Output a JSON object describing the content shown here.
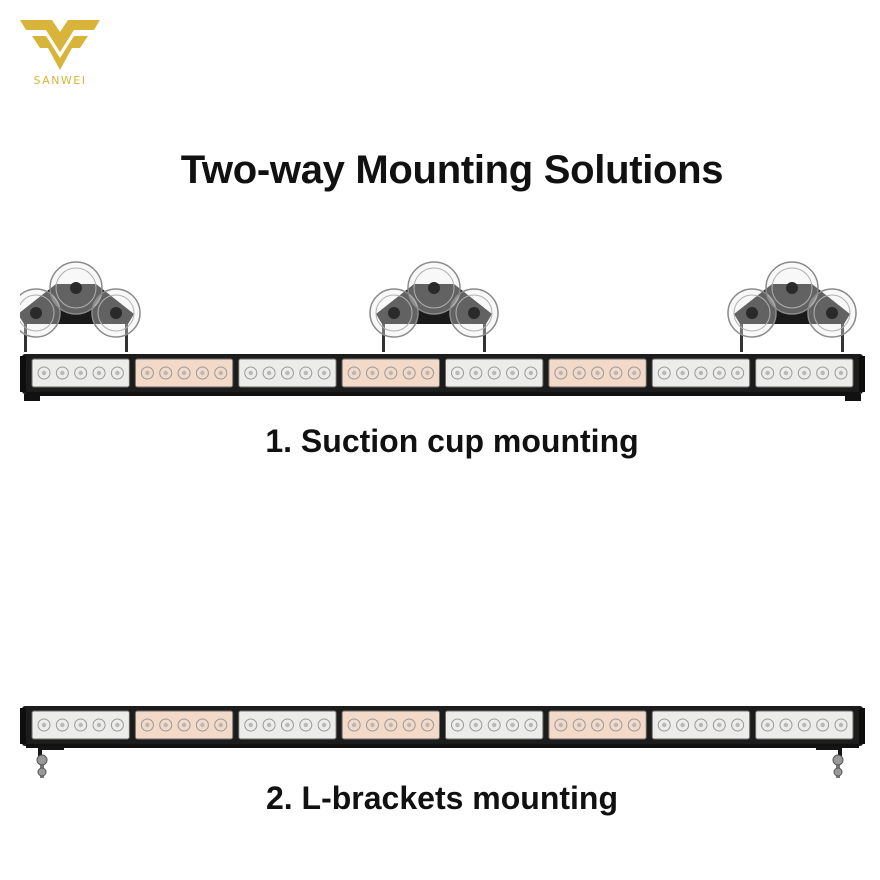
{
  "brand": {
    "name": "SANWEI"
  },
  "title": "Two-way Mounting Solutions",
  "sections": [
    {
      "caption": "1. Suction cup mounting",
      "mount_type": "suction-cup"
    },
    {
      "caption": "2. L-brackets mounting",
      "mount_type": "l-bracket"
    }
  ],
  "lightbar": {
    "module_count": 8,
    "module_colors": [
      "white",
      "amber",
      "white",
      "amber",
      "white",
      "amber",
      "white",
      "white"
    ]
  },
  "colors": {
    "logo_gold": "#d8b43a",
    "housing": "#1c1c1c",
    "white_led": "#ececea",
    "amber_led": "#f2d9c8"
  }
}
